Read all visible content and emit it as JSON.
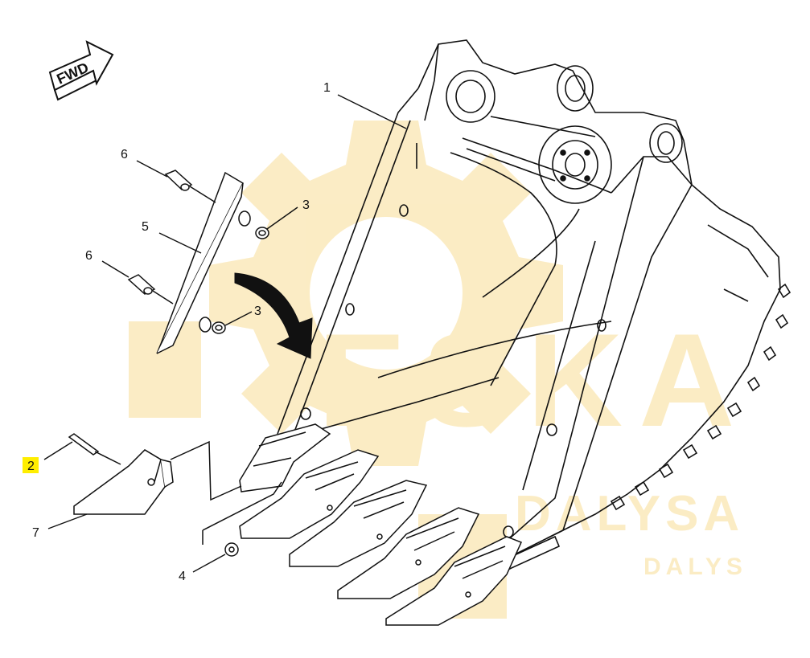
{
  "figure": {
    "direction_label": "FWD",
    "callouts": [
      {
        "id": "1",
        "label": "1"
      },
      {
        "id": "2",
        "label": "2",
        "highlighted": true
      },
      {
        "id": "3a",
        "label": "3"
      },
      {
        "id": "3b",
        "label": "3"
      },
      {
        "id": "4",
        "label": "4"
      },
      {
        "id": "5",
        "label": "5"
      },
      {
        "id": "6a",
        "label": "6"
      },
      {
        "id": "6b",
        "label": "6"
      },
      {
        "id": "7",
        "label": "7"
      }
    ],
    "highlight_color": "#ffee00"
  },
  "watermark": {
    "brand": "ESKA",
    "line2": "DALYSA",
    "line3": "DALYS",
    "color": "#f3c54a"
  }
}
